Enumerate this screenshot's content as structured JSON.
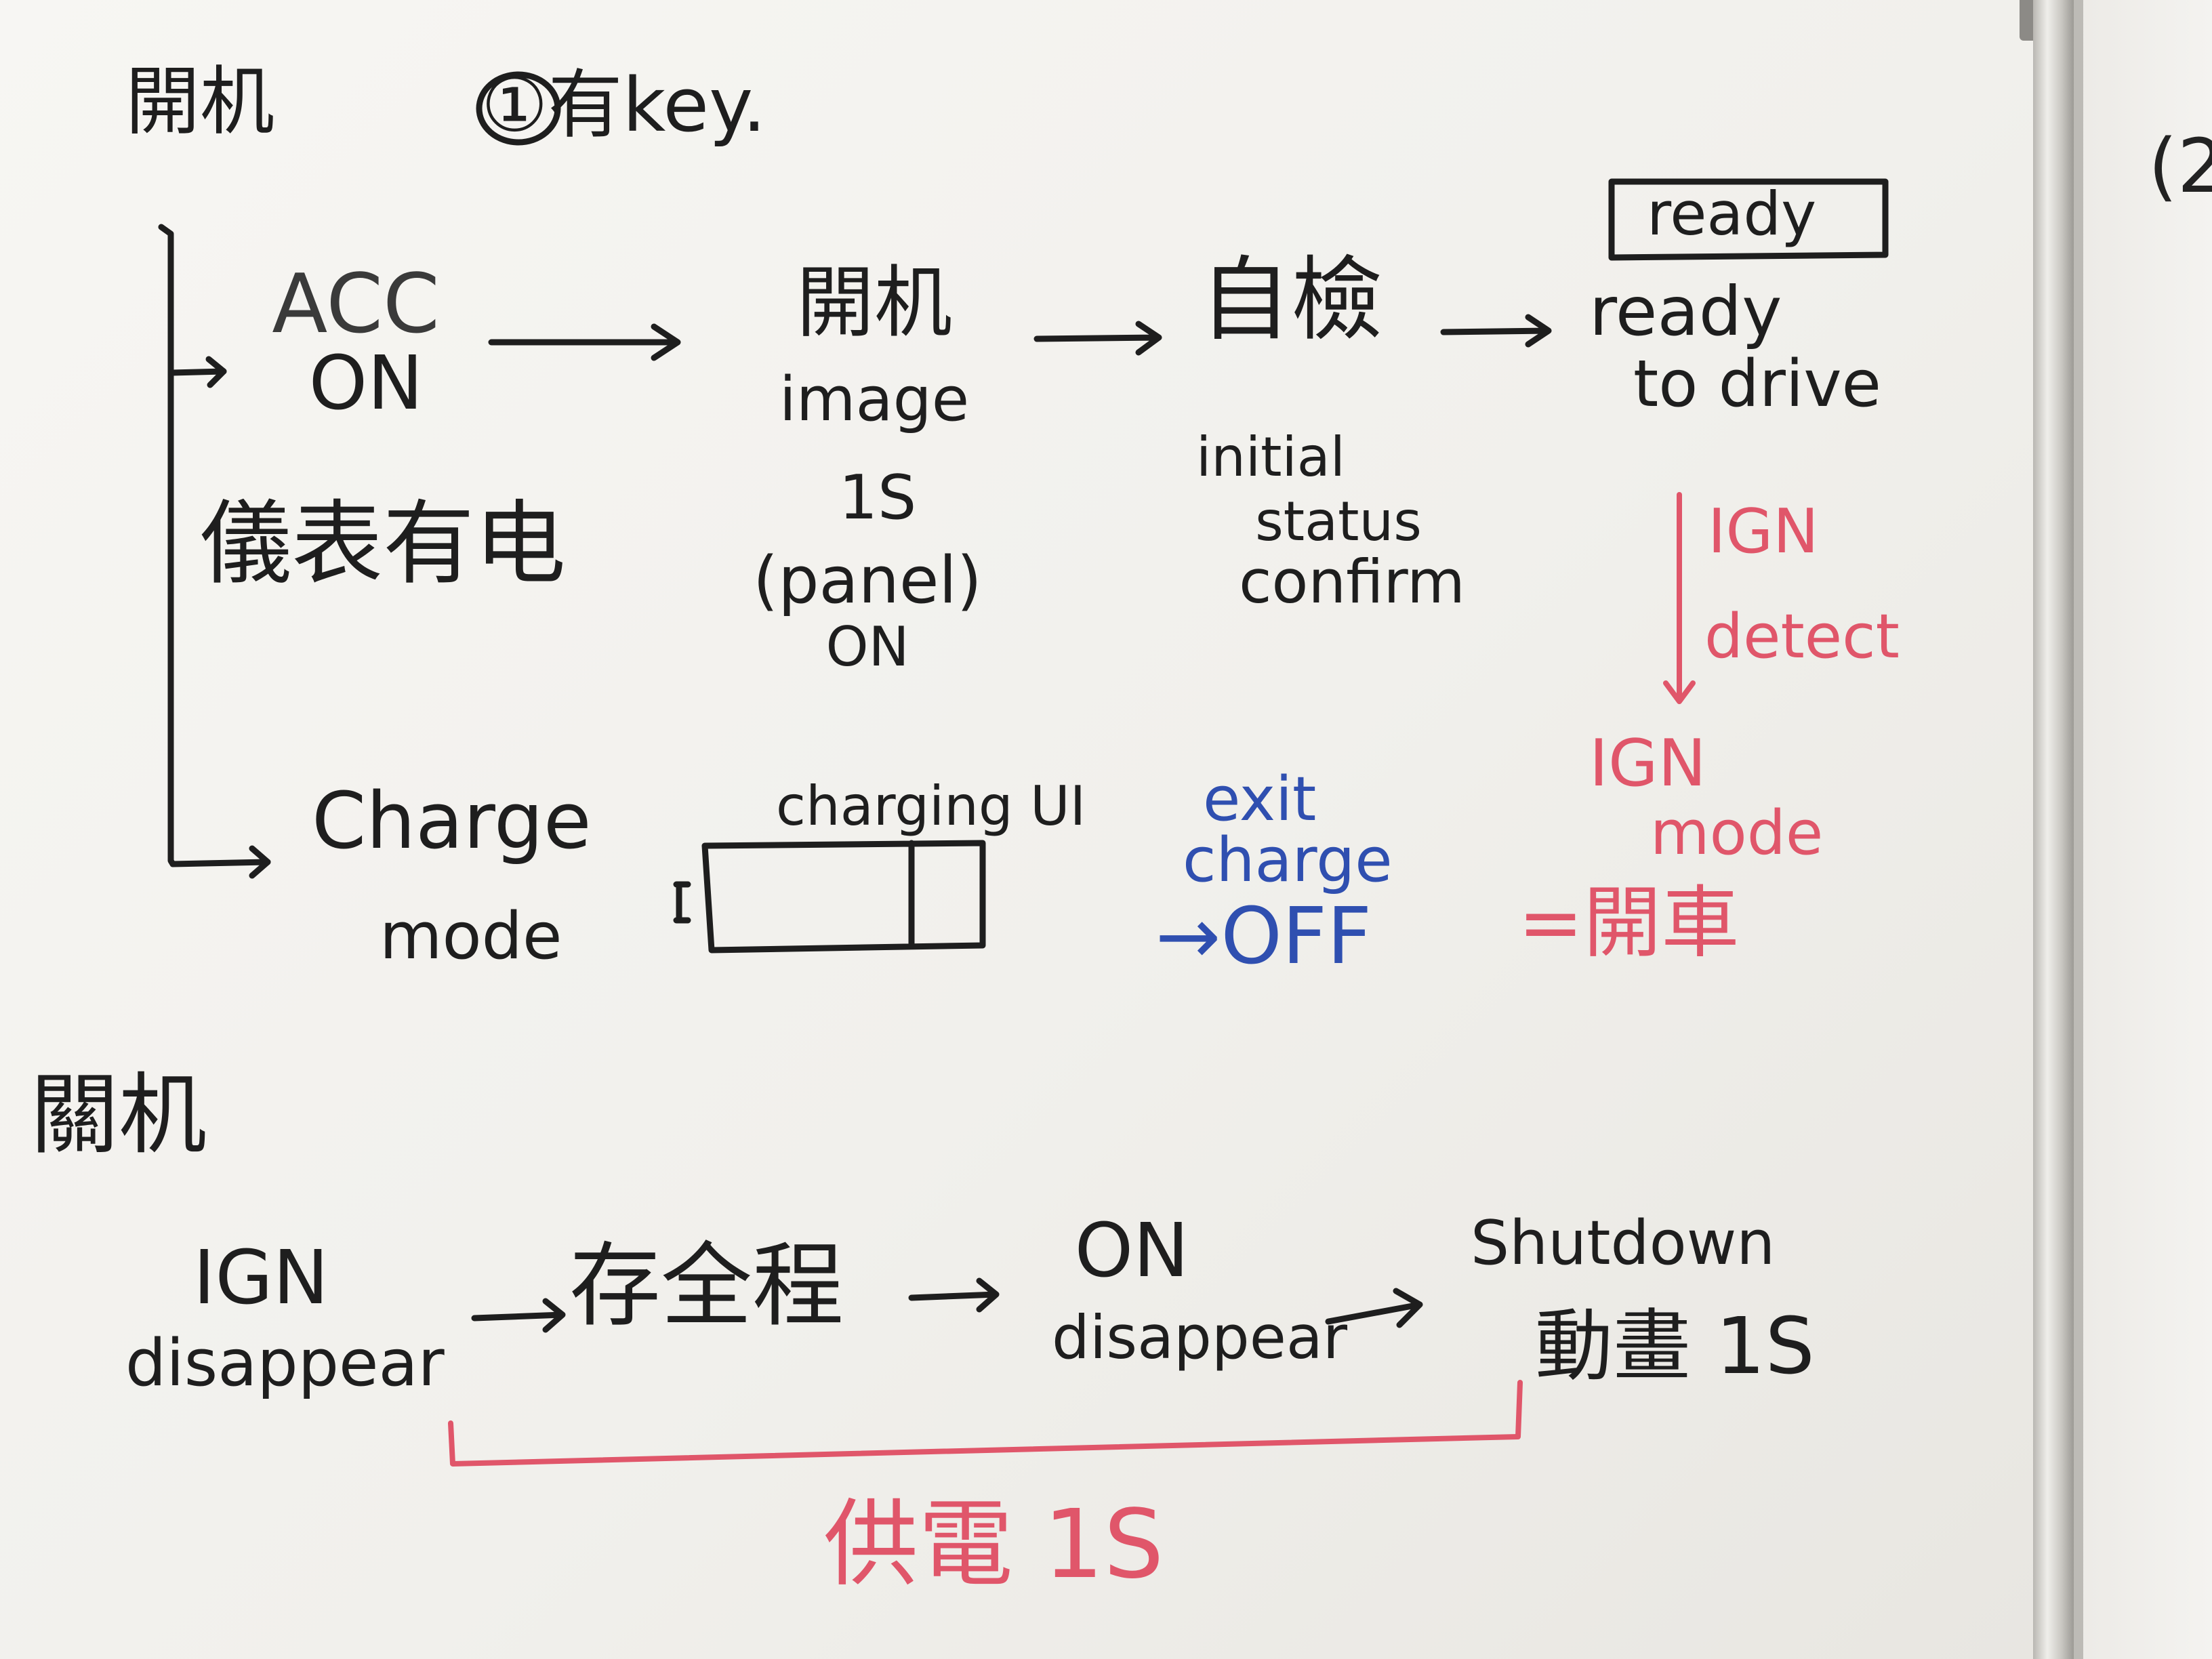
{
  "whiteboard": {
    "power_on": {
      "title": "開机",
      "case_label": "①有key.",
      "ready_box": "ready",
      "acc": {
        "line1": "ACC",
        "line2": "ON"
      },
      "meter_power": "儀表有电",
      "boot_image": {
        "line1": "開机",
        "line2": "image",
        "line3": "1S",
        "line4": "(panel)",
        "line5": "ON"
      },
      "self_check": "自檢",
      "initial_status": {
        "line1": "initial",
        "line2": "status",
        "line3": "confirm"
      },
      "ready_to_drive": {
        "line1": "ready",
        "line2": "to drive"
      },
      "ign_detect": {
        "line1": "IGN",
        "line2": "detect"
      },
      "ign_mode": {
        "line1": "IGN",
        "line2": "mode",
        "line3": "=開車"
      },
      "charge_mode": {
        "line1": "Charge",
        "line2": "mode"
      },
      "charging_ui": "charging UI",
      "exit_charge": {
        "line1": "exit",
        "line2": "charge",
        "line3": "→OFF"
      }
    },
    "power_off": {
      "title": "關机",
      "ign_disappear": {
        "line1": "IGN",
        "line2": "disappear"
      },
      "save_process": "存全程",
      "on_disappear": {
        "line1": "ON",
        "line2": "disappear"
      },
      "shutdown_anim": {
        "line1": "Shutdown",
        "line2": "動畫 1S"
      },
      "supply_power": "供電 1S"
    },
    "next_board_scribble": "(2"
  },
  "colors": {
    "ink_black": "#1e1e1e",
    "ink_red": "#e0566a",
    "ink_blue": "#2f4fb0"
  }
}
